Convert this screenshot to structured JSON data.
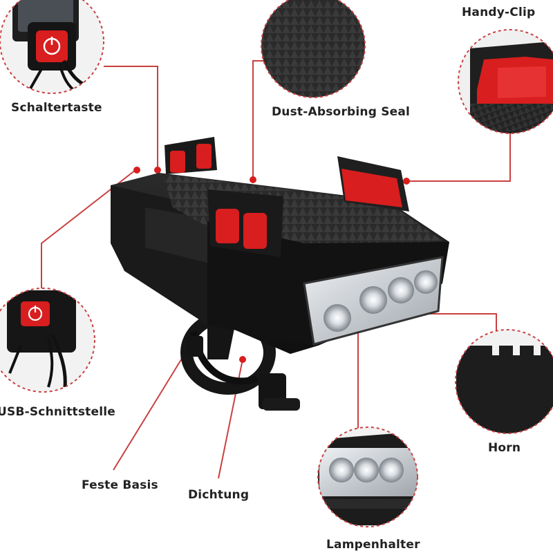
{
  "labels": {
    "schaltertaste": "Schaltertaste",
    "dust_seal": "Dust-Absorbing Seal",
    "handy_clip": "Handy-Clip",
    "usb": "USB-Schnittstelle",
    "horn": "Horn",
    "feste_basis": "Feste Basis",
    "dichtung": "Dichtung",
    "lampenhalter": "Lampenhalter"
  },
  "colors": {
    "accent_red": "#d81e1e",
    "callout_dashed": "#c94040",
    "body_black": "#1b1b1b"
  }
}
